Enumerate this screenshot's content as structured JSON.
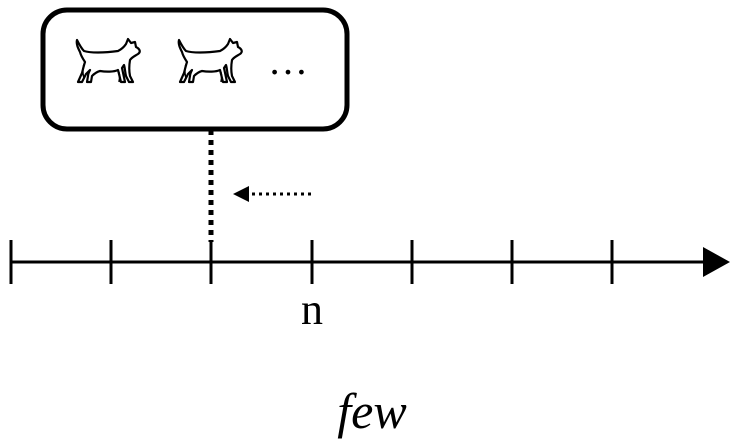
{
  "diagram": {
    "tick_label": "n",
    "caption": "few",
    "box_ellipsis": "…",
    "box_items": [
      {
        "icon": "cat-icon"
      },
      {
        "icon": "cat-icon"
      }
    ],
    "arrow_direction": "left",
    "colors": {
      "ink": "#000000",
      "background": "#ffffff"
    }
  }
}
